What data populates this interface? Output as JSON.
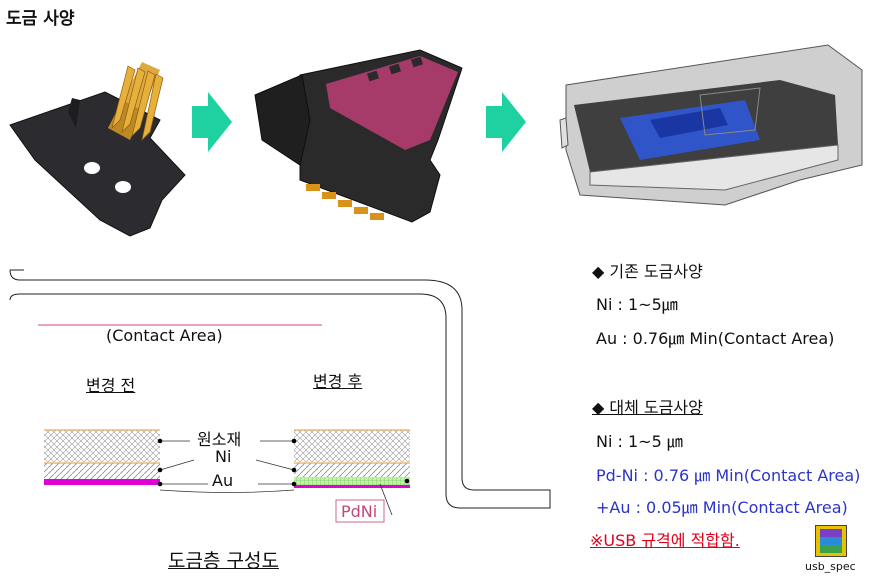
{
  "header": {
    "title": "도금 사양"
  },
  "arrows": [
    "arrow-right-icon",
    "arrow-right-icon"
  ],
  "diagram": {
    "contact_area": "(Contact Area)",
    "before_label": "변경 전",
    "after_label": "변경 후",
    "layer_base": "원소재",
    "layer_ni": "Ni",
    "layer_au": "Au",
    "pdni": "PdNi",
    "caption": "도금층 구성도"
  },
  "specs": {
    "existing_title": "◆  기존 도금사양",
    "existing_ni": "Ni : 1~5㎛",
    "existing_au": "Au : 0.76㎛ Min(Contact Area)",
    "alt_title": "◆  대체 도금사양",
    "alt_ni": "Ni : 1~5 ㎛",
    "alt_pdni": "Pd-Ni : 0.76 ㎛ Min(Contact Area)",
    "alt_au": "+Au : 0.05㎛ Min(Contact Area)",
    "note": "※USB 규격에 적합함."
  },
  "desktop_icon": {
    "label": "usb_spec",
    "icon": "winrar-archive-icon"
  }
}
